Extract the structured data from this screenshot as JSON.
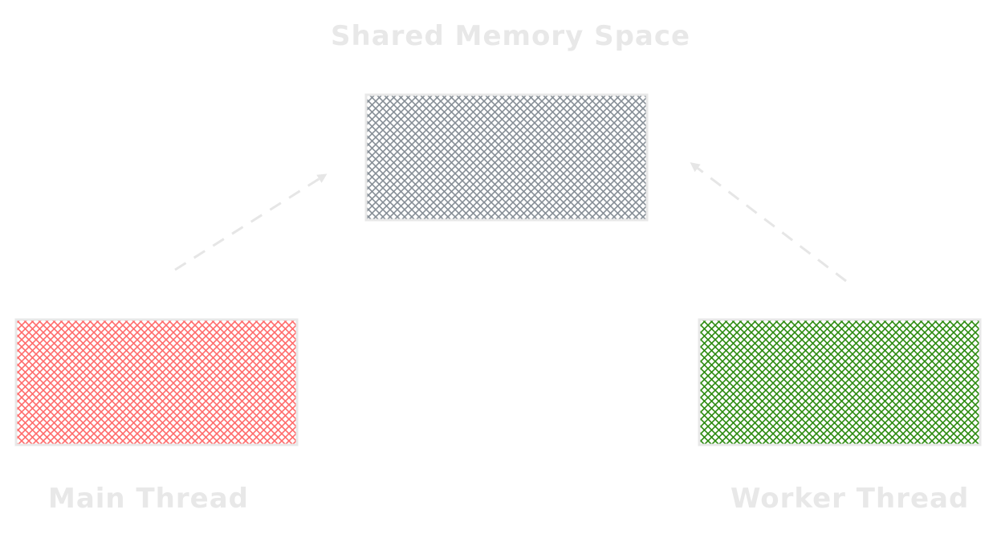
{
  "nodes": {
    "shared": {
      "label": "Shared Memory Space",
      "fill": "#868e96"
    },
    "main": {
      "label": "Main Thread",
      "fill": "#ff6b6b"
    },
    "worker": {
      "label": "Worker Thread",
      "fill": "#2b8a0e"
    }
  },
  "edges": [
    {
      "from": "main",
      "to": "shared",
      "style": "dashed"
    },
    {
      "from": "worker",
      "to": "shared",
      "style": "dashed"
    }
  ],
  "colors": {
    "label": "#e8e8e8",
    "border": "#e8e8e8",
    "arrow": "#e6e6e6"
  }
}
